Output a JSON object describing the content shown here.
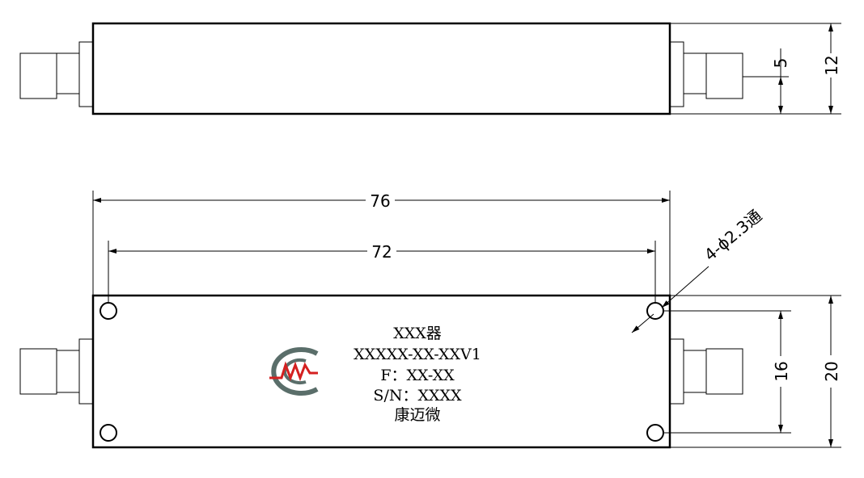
{
  "dimensions": {
    "top_pin_offset": "5",
    "top_height": "12",
    "overall_length": "76",
    "hole_spacing": "72",
    "hole_callout": "4-ϕ2.3通",
    "hole_vertical_spacing": "16",
    "bottom_height": "20"
  },
  "label": {
    "line1": "XXX器",
    "line2": "XXXXX-XX-XXV1",
    "line3": "F：XX-XX",
    "line4": "S/N：XXXX",
    "line5": "康迈微"
  },
  "colors": {
    "logo_gray": "#5a6e6a",
    "logo_red": "#d42020",
    "ink": "#000000"
  }
}
